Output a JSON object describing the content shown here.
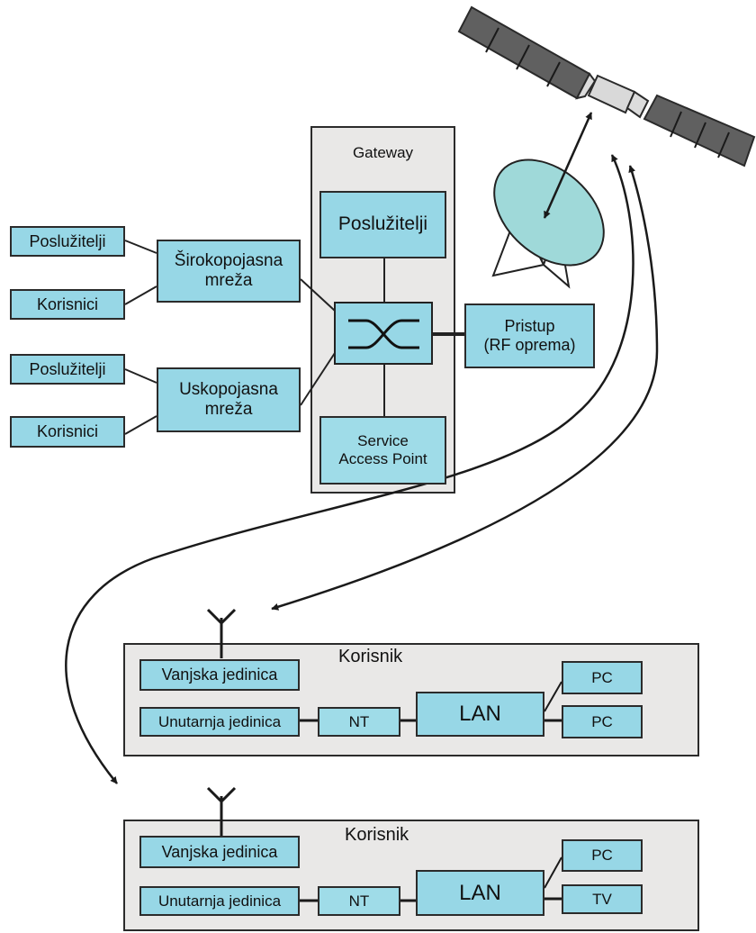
{
  "gateway": {
    "title": "Gateway",
    "servers": "Poslužitelji",
    "sap_line1": "Service",
    "sap_line2": "Access Point"
  },
  "access": {
    "line1": "Pristup",
    "line2": "(RF oprema)"
  },
  "broadband": {
    "servers": "Poslužitelji",
    "users": "Korisnici",
    "net_line1": "Širokopojasna",
    "net_line2": "mreža"
  },
  "narrowband": {
    "servers": "Poslužitelji",
    "users": "Korisnici",
    "net_line1": "Uskopojasna",
    "net_line2": "mreža"
  },
  "user1": {
    "title": "Korisnik",
    "outdoor": "Vanjska jedinica",
    "indoor": "Unutarnja jedinica",
    "nt": "NT",
    "lan": "LAN",
    "device1": "PC",
    "device2": "PC"
  },
  "user2": {
    "title": "Korisnik",
    "outdoor": "Vanjska jedinica",
    "indoor": "Unutarnja jedinica",
    "nt": "NT",
    "lan": "LAN",
    "device1": "PC",
    "device2": "TV"
  },
  "colors": {
    "box_fill": "#97d7e6",
    "panel_fill": "#e9e8e7",
    "dish_fill": "#9fd9d9"
  }
}
